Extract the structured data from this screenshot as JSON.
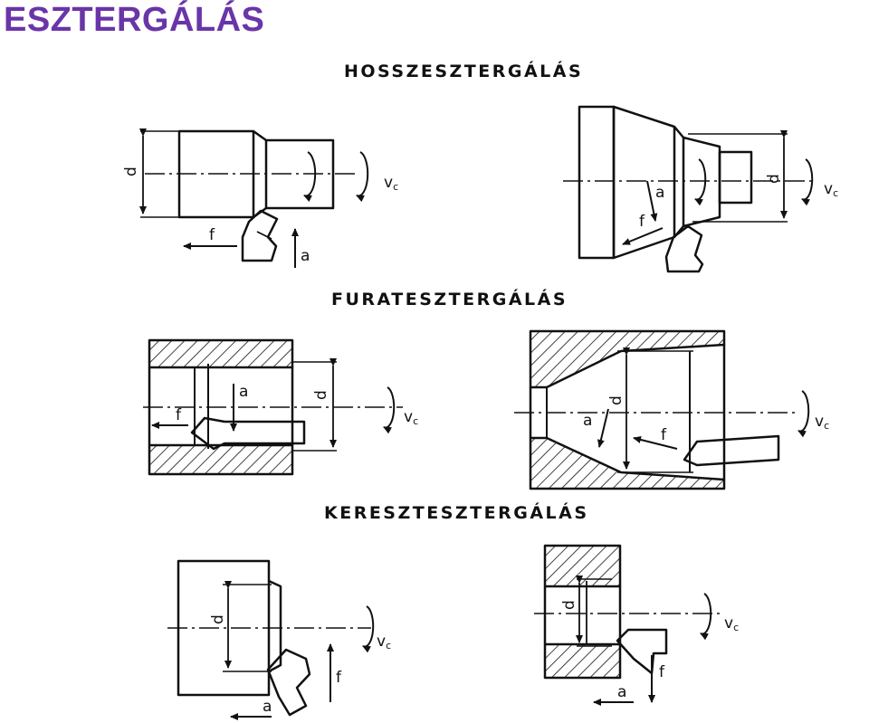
{
  "title": "ESZTERGÁLÁS",
  "colors": {
    "title": "#6a35a8",
    "ink": "#111111",
    "background": "#ffffff"
  },
  "sections": [
    {
      "id": "longitudinal",
      "title": "HOSSZESZTERGÁLÁS"
    },
    {
      "id": "bore",
      "title": "FURATESZTERGÁLÁS"
    },
    {
      "id": "facing",
      "title": "KERESZTESZTERGÁLÁS"
    }
  ],
  "labels": {
    "diameter": "d",
    "feed": "f",
    "depth": "a",
    "cutting_speed": "v",
    "cutting_speed_sub": "c"
  }
}
